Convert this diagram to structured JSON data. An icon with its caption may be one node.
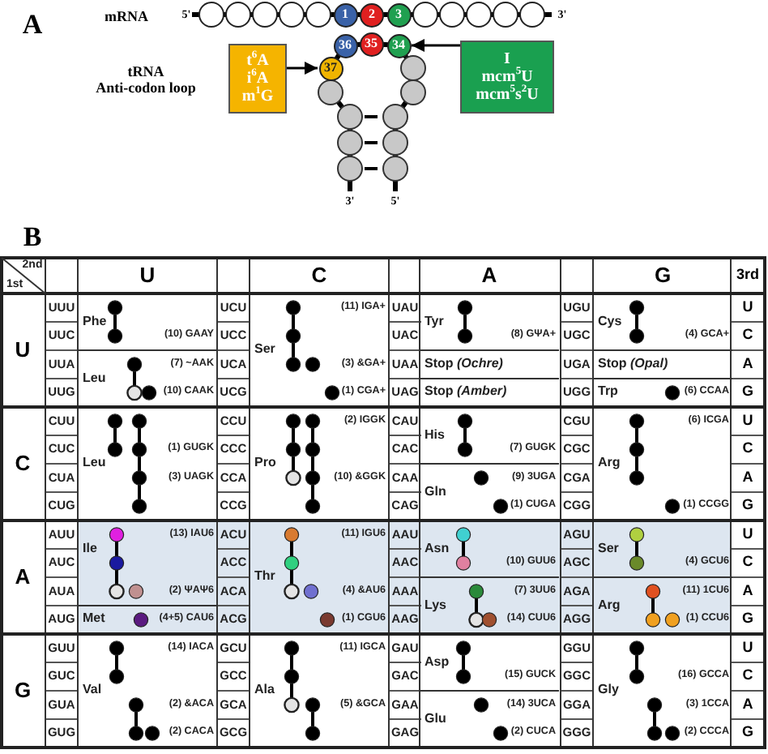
{
  "diagram": {
    "nodes": [
      {
        "text": [
          "1"
        ]
      },
      {
        "text": [
          "2"
        ]
      },
      {
        "text": [
          "3"
        ]
      },
      {
        "text": [
          "36"
        ]
      },
      {
        "text": [
          "35"
        ]
      },
      {
        "text": [
          "34"
        ]
      },
      {
        "text": [
          "t$^{6}$A",
          "i$^{6}$A",
          "m$^{1}$G"
        ]
      },
      {
        "text": [
          "37"
        ]
      },
      {
        "text": [
          "I",
          "mcm$^{5}$U",
          "mcm$^{5}$s$^{2}$U"
        ]
      }
    ],
    "edges": [
      {
        "from": 6,
        "to": 7,
        "arrow": "to"
      },
      {
        "from": 8,
        "to": 5,
        "arrow": "to"
      }
    ],
    "labels": [
      "A",
      "mRNA",
      "5'",
      "3'",
      "tRNA Anti-codon loop",
      "3'",
      "5'",
      "B",
      "2nd",
      "1st",
      "U",
      "C",
      "A",
      "G",
      "3rd",
      "U",
      "UUU",
      "Phe",
      "UCU",
      "(11) IGA+",
      "UAU",
      "Tyr",
      "UGU",
      "Cys",
      "U",
      "UUC",
      "(10) GAAY",
      "UCC",
      "Ser",
      "UAC",
      "(8) GΨA+",
      "UGC",
      "(4) GCA+",
      "C",
      "UUA",
      "Leu",
      "(7) ~AAK",
      "UCA",
      "(3) &GA+",
      "UAA",
      "Stop *(Ochre)*",
      "UGA",
      "Stop *(Opal)*",
      "A",
      "UUG",
      "(10) CAAK",
      "UCG",
      "(1) CGA+",
      "UAG",
      "Stop *(Amber)*",
      "UGG",
      "Trp",
      "(6) CCAA",
      "G",
      "C",
      "CUU",
      "CCU",
      "(2) IGGK",
      "CAU",
      "His",
      "CGU",
      "(6) ICGA",
      "U",
      "CUC",
      "Leu",
      "(1) GUGK",
      "CCC",
      "Pro",
      "CAC",
      "(7) GUGK",
      "CGC",
      "Arg",
      "C",
      "CUA",
      "(3) UAGK",
      "CCA",
      "(10) &GGK",
      "CAA",
      "Gln",
      "(9) 3UGA",
      "CGA",
      "A",
      "CUG",
      "CCG",
      "CAG",
      "(1) CUGA",
      "CGG",
      "(1) CCGG",
      "G",
      "A",
      "AUU",
      "Ile",
      "(13) IAU6",
      "ACU",
      "(11) IGU6",
      "AAU",
      "Asn",
      "AGU",
      "Ser",
      "U",
      "AUC",
      "ACC",
      "Thr",
      "AAC",
      "(10) GUU6",
      "AGC",
      "(4) GCU6",
      "C",
      "AUA",
      "(2) ΨAΨ6",
      "ACA",
      "(4) &AU6",
      "AAA",
      "Lys",
      "(7) 3UU6",
      "AGA",
      "Arg",
      "(11) 1CU6",
      "A",
      "AUG",
      "Met",
      "(4+5) CAU6",
      "ACG",
      "(1) CGU6",
      "AAG",
      "(14) CUU6",
      "AGG",
      "(1) CCU6",
      "G",
      "G",
      "GUU",
      "(14) IACA",
      "GCU",
      "(11) IGCA",
      "GAU",
      "Asp",
      "GGU",
      "U",
      "GUC",
      "Val",
      "GCC",
      "Ala",
      "GAC",
      "(15) GUCK",
      "GGC",
      "Gly",
      "(16) GCCA",
      "C",
      "GUA",
      "(2) &ACA",
      "GCA",
      "(5) &GCA",
      "GAA",
      "Glu",
      "(14) 3UCA",
      "GGA",
      "(3) 1CCA",
      "A",
      "GUG",
      "(2) CACA",
      "GCG",
      "GAG",
      "(2) CUCA",
      "GGG",
      "(2) CCCA",
      "G"
    ]
  }
}
